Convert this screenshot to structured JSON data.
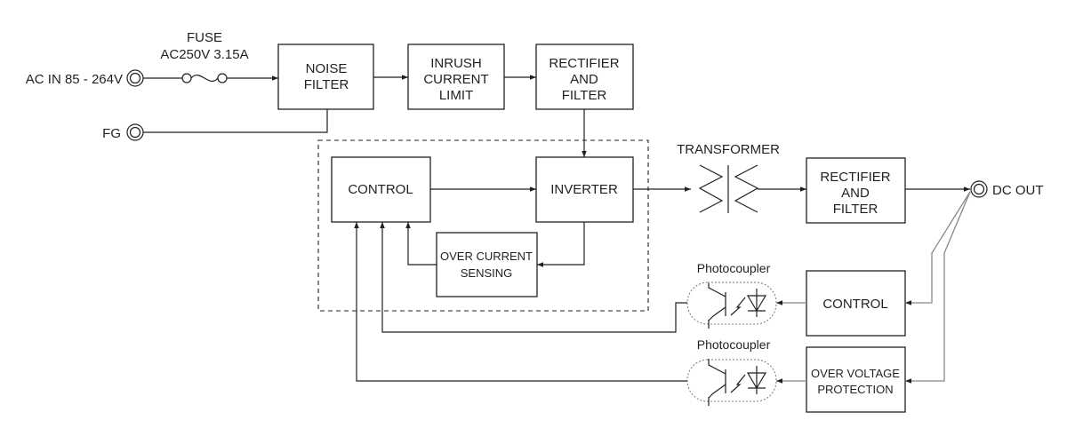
{
  "inputs": {
    "ac_in": "AC IN 85 - 264V",
    "fg": "FG"
  },
  "fuse": {
    "title": "FUSE",
    "rating": "AC250V 3.15A"
  },
  "blocks": {
    "noise_filter": [
      "NOISE",
      "FILTER"
    ],
    "inrush": [
      "INRUSH",
      "CURRENT",
      "LIMIT"
    ],
    "rectifier_primary": [
      "RECTIFIER",
      "AND",
      "FILTER"
    ],
    "control_primary": [
      "CONTROL"
    ],
    "inverter": [
      "INVERTER"
    ],
    "over_current": [
      "OVER CURRENT",
      "SENSING"
    ],
    "transformer": "TRANSFORMER",
    "rectifier_secondary": [
      "RECTIFIER",
      "AND",
      "FILTER"
    ],
    "control_secondary": [
      "CONTROL"
    ],
    "ovp": [
      "OVER VOLTAGE",
      "PROTECTION"
    ],
    "photocoupler_1": "Photocoupler",
    "photocoupler_2": "Photocoupler"
  },
  "outputs": {
    "dc_out": "DC OUT"
  }
}
